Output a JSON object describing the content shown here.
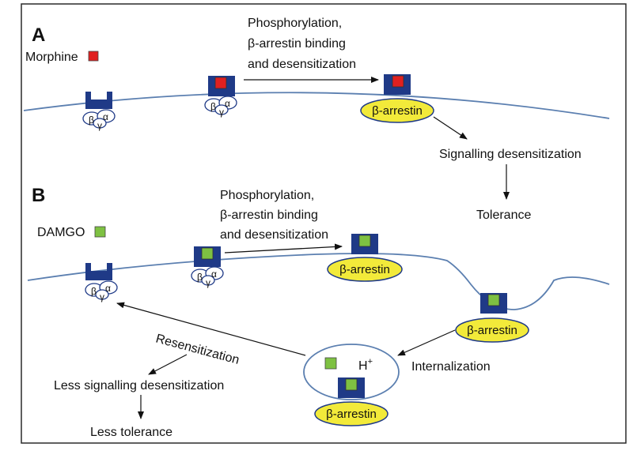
{
  "panels": {
    "a": {
      "letter": "A",
      "agonist": "Morphine",
      "step_lines": [
        "Phosphorylation,",
        "β-arrestin binding",
        "and desensitization"
      ],
      "arrestin": "β-arrestin",
      "outcome1": "Signalling desensitization",
      "outcome2": "Tolerance"
    },
    "b": {
      "letter": "B",
      "agonist": "DAMGO",
      "step_lines": [
        "Phosphorylation,",
        "β-arrestin binding",
        "and desensitization"
      ],
      "arrestin1": "β-arrestin",
      "arrestin2": "β-arrestin",
      "arrestin3": "β-arrestin",
      "proton": "H",
      "proton_sup": "+",
      "internalization": "Internalization",
      "resensitization": "Resensitization",
      "outcome1": "Less signalling desensitization",
      "outcome2": "Less tolerance"
    }
  },
  "g_protein": {
    "beta": "β",
    "alpha": "α",
    "gamma": "γ"
  },
  "colors": {
    "receptor": "#1f3a87",
    "morphine": "#e02020",
    "damgo": "#7ec142",
    "arrestin_fill": "#f2ea3a",
    "membrane": "#5b7fb0",
    "frame": "#2a2a2a"
  }
}
